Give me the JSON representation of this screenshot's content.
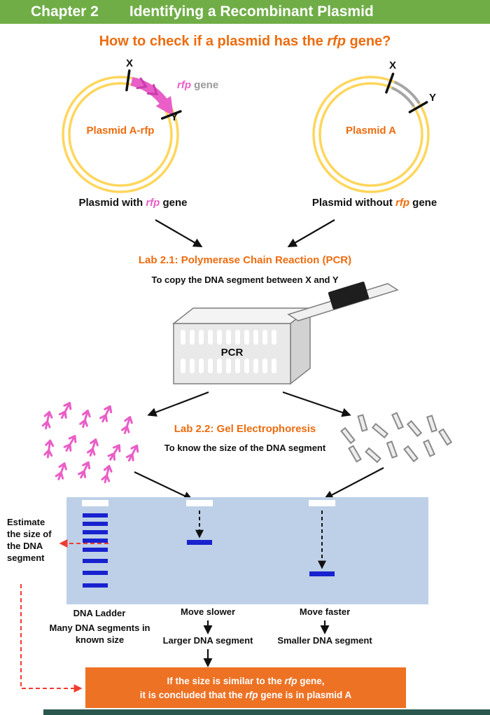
{
  "colors": {
    "header_green": "#70AD47",
    "heading_orange": "#ED6C0E",
    "box_orange": "#ED7224",
    "rfp_pink": "#E95EC7",
    "plasmid_yellow": "#FFD65C",
    "segment_gray": "#A6A6A6",
    "gel_blue": "#BDD0E8",
    "band_blue": "#1822CE",
    "arrow_red": "#F23B2F",
    "footer_teal": "#2A584E"
  },
  "header": {
    "chapter": "Chapter 2",
    "title": "Identifying a Recombinant Plasmid"
  },
  "subtitle": {
    "pre": "How to check if a plasmid has the ",
    "gene": "rfp",
    "post": " gene?"
  },
  "plasmids": {
    "left": {
      "name": "Plasmid A-rfp",
      "x_mark": "X",
      "y_mark": "Y",
      "gene_label": {
        "gene": "rfp",
        "rest": " gene"
      },
      "caption": {
        "pre": "Plasmid with ",
        "gene": "rfp",
        "post": " gene"
      }
    },
    "right": {
      "name": "Plasmid A",
      "x_mark": "X",
      "y_mark": "Y",
      "caption": {
        "pre": "Plasmid without ",
        "gene": "rfp",
        "post": " gene"
      }
    }
  },
  "lab21": {
    "title": "Lab 2.1: Polymerase Chain Reaction (PCR)",
    "subtitle": "To copy the DNA segment between X and Y",
    "machine_label": "PCR"
  },
  "lab22": {
    "title": "Lab 2.2: Gel Electrophoresis",
    "subtitle": "To know the size of the DNA segment"
  },
  "gel": {
    "estimate_note": "Estimate the size of the DNA segment",
    "ladder_label": "DNA Ladder",
    "ladder_note": "Many DNA segments in known size",
    "slower_label": "Move slower",
    "larger_label": "Larger DNA segment",
    "faster_label": "Move faster",
    "smaller_label": "Smaller DNA segment"
  },
  "conclusion": {
    "line1": {
      "pre": "If the size is similar to the ",
      "gene": "rfp",
      "post": " gene,"
    },
    "line2": {
      "pre": "it is concluded that the ",
      "gene": "rfp",
      "post": " gene is in plasmid A"
    }
  }
}
